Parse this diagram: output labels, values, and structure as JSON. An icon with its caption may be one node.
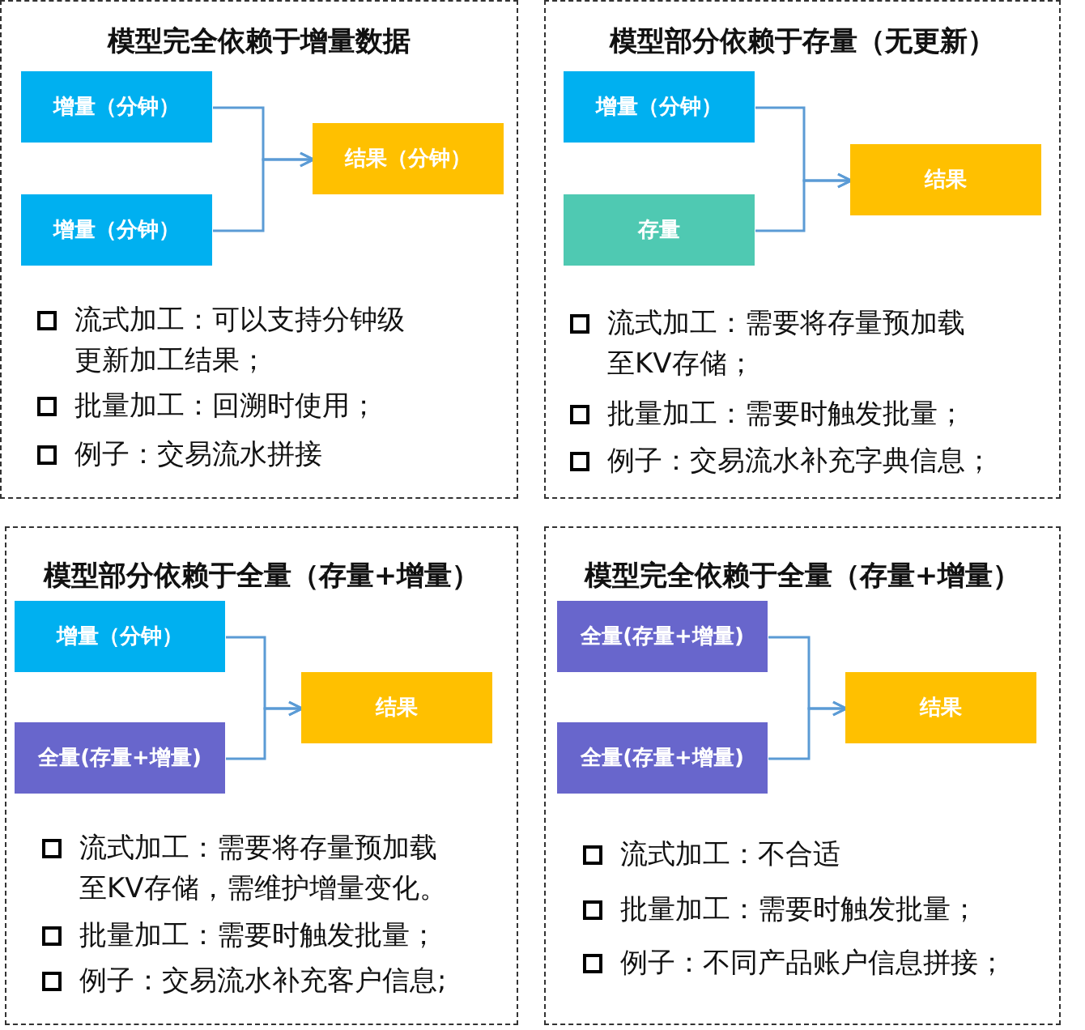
{
  "diagram": {
    "nodes": [
      {
        "text": [
          "模型完全依赖于增量数据",
          "流式加工：可以支持分钟级更新加工结果；",
          "批量加工：回溯时使用；",
          "例子：交易流水拼接"
        ]
      },
      {
        "text": [
          "增量（分钟）"
        ],
        "in": 0
      },
      {
        "text": [
          "增量（分钟）"
        ],
        "in": 0
      },
      {
        "text": [
          "结果（分钟）"
        ],
        "in": 0
      },
      {
        "text": [
          "模型部分依赖于存量（无更新）",
          "流式加工：需要将存量预加载至KV存储；",
          "批量加工：需要时触发批量；",
          "例子：交易流水补充字典信息；"
        ]
      },
      {
        "text": [
          "增量（分钟）"
        ],
        "in": 4
      },
      {
        "text": [
          "存量"
        ],
        "in": 4
      },
      {
        "text": [
          "结果"
        ],
        "in": 4
      },
      {
        "text": [
          "模型部分依赖于全量（存量+增量）",
          "流式加工：需要将存量预加载至KV存储，需维护增量变化。",
          "批量加工：需要时触发批量；",
          "例子：交易流水补充客户信息;"
        ]
      },
      {
        "text": [
          "增量（分钟）"
        ],
        "in": 8
      },
      {
        "text": [
          "全量(存量+增量)"
        ],
        "in": 8
      },
      {
        "text": [
          "结果"
        ],
        "in": 8
      },
      {
        "text": [
          "模型完全依赖于全量（存量+增量）",
          "流式加工：不合适",
          "批量加工：需要时触发批量；",
          "例子：不同产品账户信息拼接；"
        ]
      },
      {
        "text": [
          "全量(存量+增量)"
        ],
        "in": 12
      },
      {
        "text": [
          "全量(存量+增量)"
        ],
        "in": 12
      },
      {
        "text": [
          "结果"
        ],
        "in": 12
      }
    ],
    "edges": [
      {
        "from": 1,
        "to": 3,
        "arrow": "to"
      },
      {
        "from": 2,
        "to": 3,
        "arrow": "to"
      },
      {
        "from": 5,
        "to": 7,
        "arrow": "to"
      },
      {
        "from": 6,
        "to": 7,
        "arrow": "to"
      },
      {
        "from": 9,
        "to": 11,
        "arrow": "to"
      },
      {
        "from": 10,
        "to": 11,
        "arrow": "to"
      },
      {
        "from": 13,
        "to": 15,
        "arrow": "to"
      },
      {
        "from": 14,
        "to": 15,
        "arrow": "to"
      }
    ]
  }
}
